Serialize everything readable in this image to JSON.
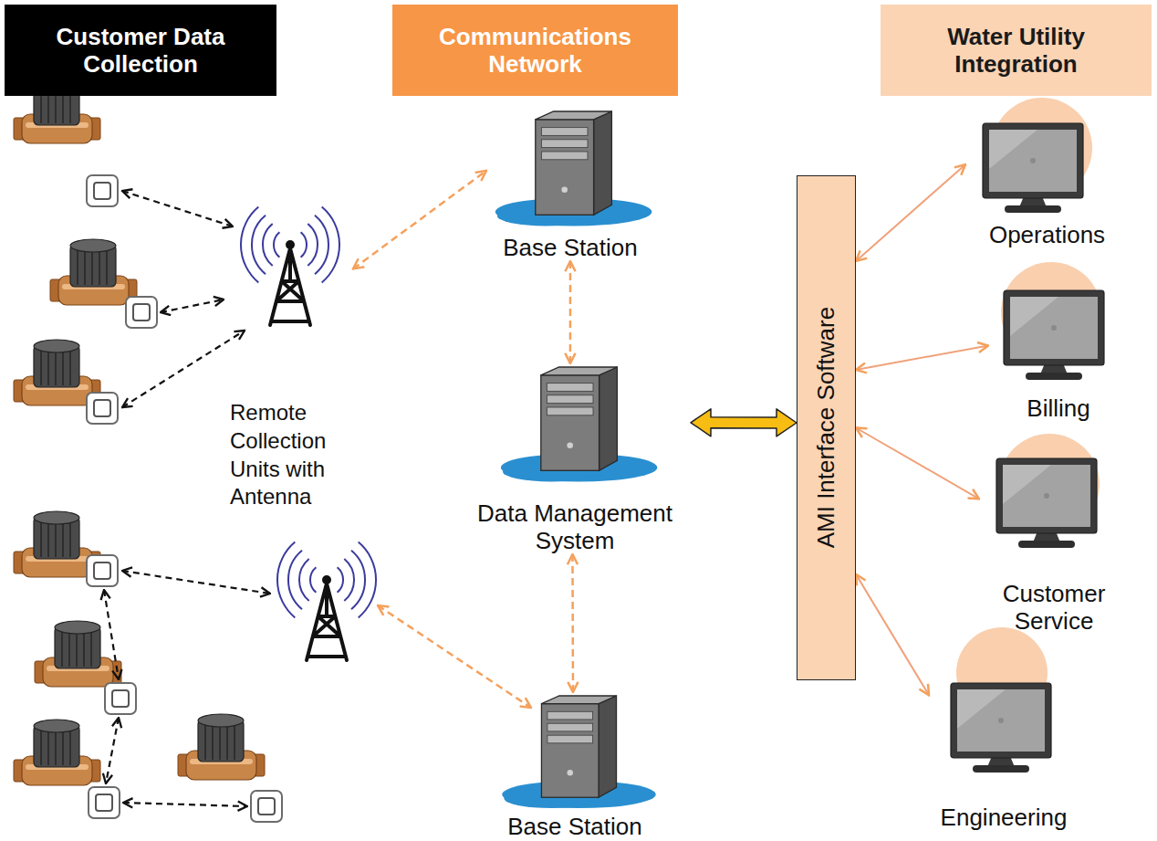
{
  "diagram": {
    "nodes": [
      {
        "text": [
          "Customer Data Collection"
        ]
      },
      {
        "text": [
          "Communications Network"
        ]
      },
      {
        "text": [
          "Water Utility Integration"
        ]
      },
      {
        "text": [
          "Remote Collection Units with Antenna"
        ]
      },
      {
        "text": [
          "Base Station"
        ]
      },
      {
        "text": [
          "Data Management System"
        ]
      },
      {
        "text": [
          "Base Station"
        ]
      },
      {
        "text": [
          "AMI Interface Software"
        ]
      },
      {
        "text": [
          "Operations"
        ]
      },
      {
        "text": [
          "Billing"
        ]
      },
      {
        "text": [
          "Customer Service"
        ]
      },
      {
        "text": [
          "Engineering"
        ]
      }
    ],
    "edges": [
      {
        "from": 3,
        "to": 4,
        "arrow": "both"
      },
      {
        "from": 4,
        "to": 5,
        "arrow": "both"
      },
      {
        "from": 5,
        "to": 6,
        "arrow": "both"
      },
      {
        "from": 5,
        "to": 7,
        "arrow": "both"
      },
      {
        "from": 7,
        "to": 8,
        "arrow": "both"
      },
      {
        "from": 7,
        "to": 9,
        "arrow": "both"
      },
      {
        "from": 7,
        "to": 10,
        "arrow": "both"
      },
      {
        "from": 7,
        "to": 11,
        "arrow": "both"
      }
    ]
  }
}
